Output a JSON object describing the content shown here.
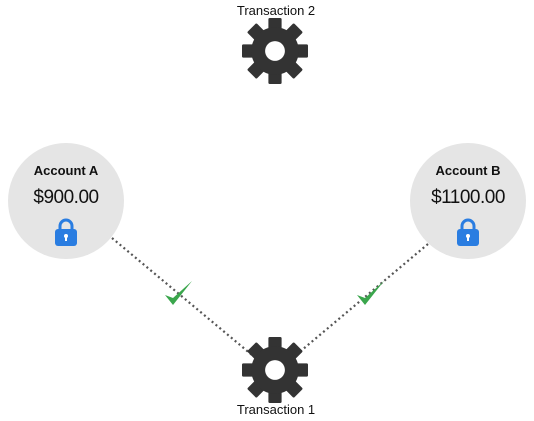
{
  "transactions": [
    {
      "label": "Transaction 2",
      "icon": "gear-icon"
    },
    {
      "label": "Transaction 1",
      "icon": "gear-icon"
    }
  ],
  "accounts": [
    {
      "name": "Account A",
      "balance": "$900.00",
      "status": "locked",
      "icon": "lock-icon"
    },
    {
      "name": "Account B",
      "balance": "$1100.00",
      "status": "locked",
      "icon": "lock-icon"
    }
  ],
  "links": [
    {
      "from": "Account A",
      "to": "Transaction 1",
      "status": "granted",
      "icon": "check-icon"
    },
    {
      "from": "Account B",
      "to": "Transaction 1",
      "status": "granted",
      "icon": "check-icon"
    }
  ],
  "colors": {
    "gear": "#333333",
    "lock": "#2a7de1",
    "check": "#3aa64c",
    "account_bg": "#e5e5e5",
    "link": "#555555"
  }
}
